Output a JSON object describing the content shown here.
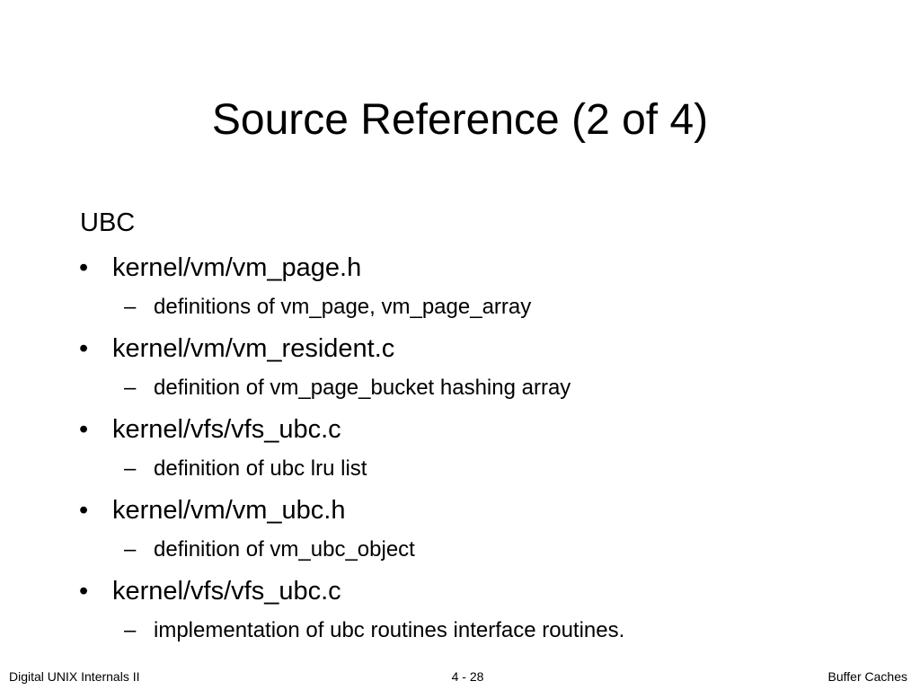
{
  "slide": {
    "title": "Source Reference (2 of 4)",
    "section_heading": "UBC",
    "bullet_symbol": "•",
    "sub_bullet_symbol": "–",
    "bullets": [
      {
        "text": "kernel/vm/vm_page.h",
        "sub": "definitions of vm_page, vm_page_array"
      },
      {
        "text": "kernel/vm/vm_resident.c",
        "sub": "definition of vm_page_bucket hashing array"
      },
      {
        "text": "kernel/vfs/vfs_ubc.c",
        "sub": "definition of ubc lru list"
      },
      {
        "text": "kernel/vm/vm_ubc.h",
        "sub": "definition of vm_ubc_object"
      },
      {
        "text": "kernel/vfs/vfs_ubc.c",
        "sub": "implementation of ubc routines interface routines."
      }
    ]
  },
  "footer": {
    "left": "Digital UNIX Internals II",
    "center": "4 - 28",
    "right": "Buffer Caches"
  }
}
